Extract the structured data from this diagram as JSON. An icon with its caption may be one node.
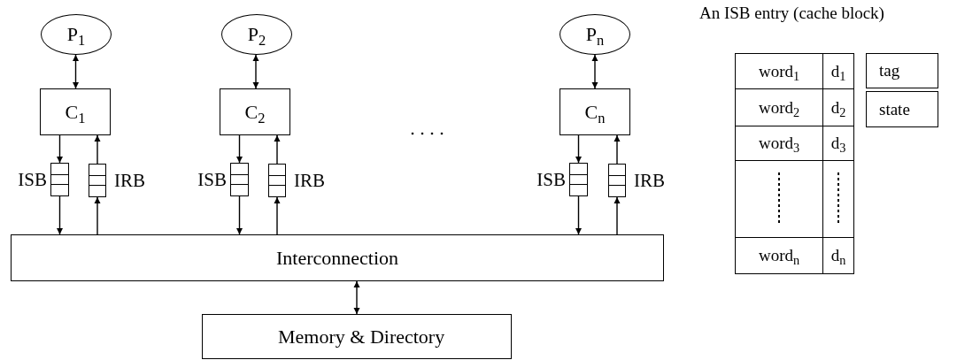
{
  "diagram": {
    "nodes": [
      {
        "text": [
          "P$_{1}$"
        ]
      },
      {
        "text": [
          "C$_{1}$"
        ]
      },
      {
        "text": [],
        "shape": "box",
        "beside": [
          "ISB"
        ]
      },
      {
        "text": [],
        "shape": "box",
        "beside": [
          "IRB"
        ]
      },
      {
        "text": [
          "P$_{2}$"
        ]
      },
      {
        "text": [
          "C$_{2}$"
        ]
      },
      {
        "text": [],
        "shape": "box",
        "beside": [
          "ISB"
        ]
      },
      {
        "text": [],
        "shape": "box",
        "beside": [
          "IRB"
        ]
      },
      {
        "text": [
          "P$_{n}$"
        ]
      },
      {
        "text": [
          "C$_{n}$"
        ]
      },
      {
        "text": [],
        "shape": "box",
        "beside": [
          "ISB"
        ]
      },
      {
        "text": [],
        "shape": "box",
        "beside": [
          "IRB"
        ]
      },
      {
        "text": [
          "Interconnection"
        ]
      },
      {
        "text": [
          "Memory & Directory"
        ]
      },
      {
        "text": [
          "tag"
        ]
      },
      {
        "text": [
          "state"
        ]
      }
    ],
    "edges": [
      {
        "from": 0,
        "to": 1,
        "arrow": "both"
      },
      {
        "from": 1,
        "to": 2,
        "arrow": "to"
      },
      {
        "from": 2,
        "to": 12,
        "arrow": "to"
      },
      {
        "from": 12,
        "to": 3,
        "arrow": "to"
      },
      {
        "from": 3,
        "to": 1,
        "arrow": "to"
      },
      {
        "from": 4,
        "to": 5,
        "arrow": "both"
      },
      {
        "from": 5,
        "to": 6,
        "arrow": "to"
      },
      {
        "from": 6,
        "to": 12,
        "arrow": "to"
      },
      {
        "from": 12,
        "to": 7,
        "arrow": "to"
      },
      {
        "from": 7,
        "to": 5,
        "arrow": "to"
      },
      {
        "from": 8,
        "to": 9,
        "arrow": "both"
      },
      {
        "from": 9,
        "to": 10,
        "arrow": "to"
      },
      {
        "from": 10,
        "to": 12,
        "arrow": "to"
      },
      {
        "from": 12,
        "to": 11,
        "arrow": "to"
      },
      {
        "from": 11,
        "to": 9,
        "arrow": "to"
      },
      {
        "from": 12,
        "to": 13,
        "arrow": "both"
      }
    ],
    "labels": [
      "An ISB entry (cache block)",
      "word$_{1}$",
      "d$_{1}$",
      "word$_{2}$",
      "d$_{2}$",
      "word$_{3}$",
      "d$_{3}$",
      "word$_{n}$",
      "d$_{n}$"
    ]
  }
}
